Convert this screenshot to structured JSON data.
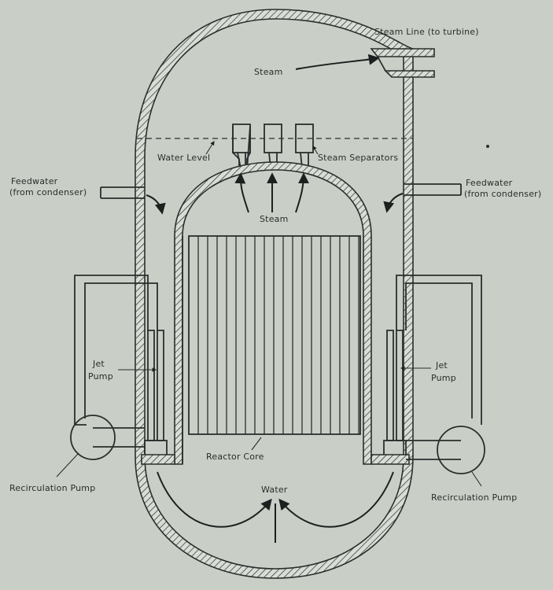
{
  "labels": {
    "steam_line": "Steam Line (to turbine)",
    "steam_top": "Steam",
    "water_level": "Water Level",
    "steam_separators": "Steam Separators",
    "feedwater_left_1": "Feedwater",
    "feedwater_left_2": "(from condenser)",
    "feedwater_right_1": "Feedwater",
    "feedwater_right_2": "(from condenser)",
    "steam_core": "Steam",
    "jet_pump_left_1": "Jet",
    "jet_pump_left_2": "Pump",
    "jet_pump_right_1": "Jet",
    "jet_pump_right_2": "Pump",
    "reactor_core": "Reactor Core",
    "recirc_left": "Recirculation Pump",
    "recirc_right": "Recirculation Pump",
    "water": "Water"
  },
  "colors": {
    "background": "#c9cfc7",
    "ink": "#2b2e2c"
  }
}
